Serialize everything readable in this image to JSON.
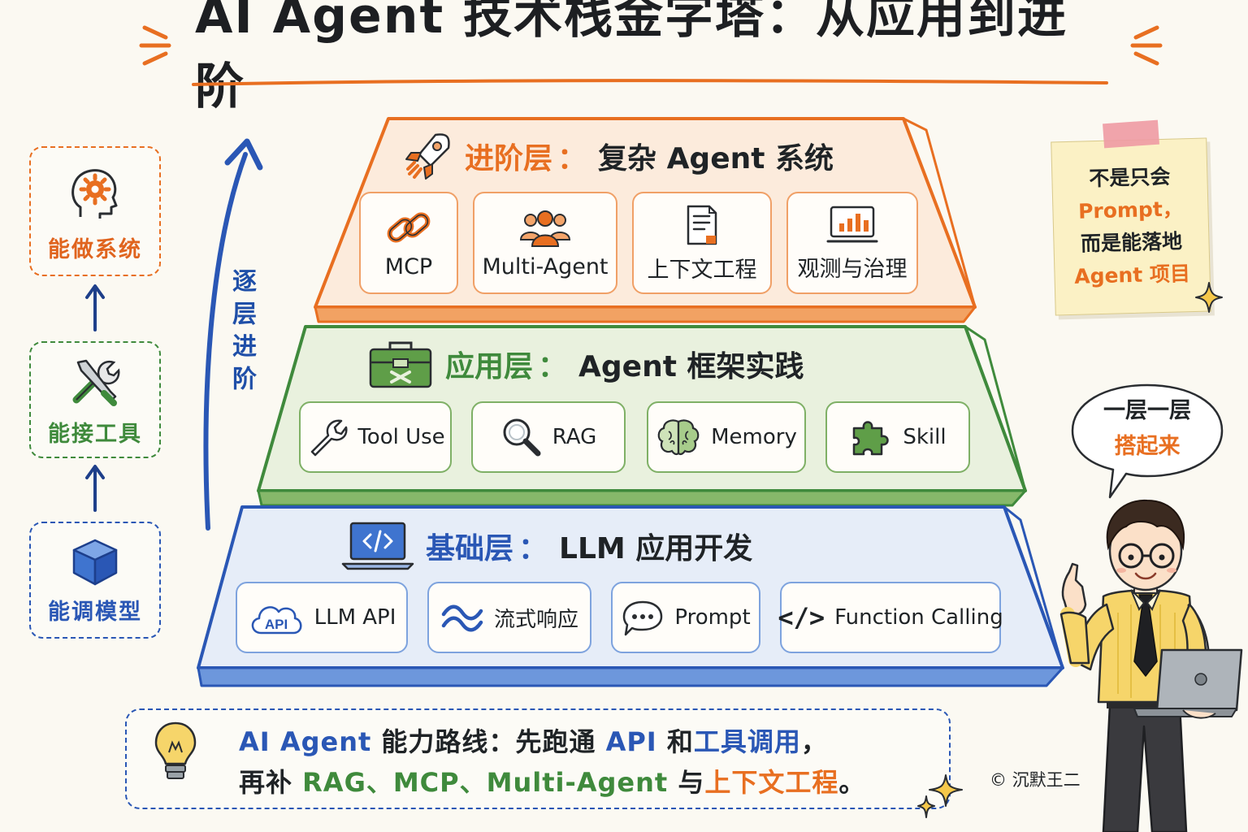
{
  "title": "AI Agent 技术栈金字塔：从应用到进阶",
  "left_flow": [
    {
      "label": "能做系统",
      "color": "#e0641e",
      "icon": "head-gear-icon"
    },
    {
      "label": "能接工具",
      "color": "#3f8a3c",
      "icon": "tools-icon"
    },
    {
      "label": "能调模型",
      "color": "#2a57b5",
      "icon": "cube-icon"
    }
  ],
  "progress_label": "逐层进阶",
  "layers": {
    "advanced": {
      "name": "进阶层",
      "colon": "：",
      "desc": "复杂 Agent 系统",
      "color": "#e86f21",
      "fill": "#fcebdc",
      "icon": "rocket-icon",
      "items": [
        {
          "label": "MCP",
          "icon": "link-icon"
        },
        {
          "label": "Multi-Agent",
          "icon": "users-icon"
        },
        {
          "label": "上下文工程",
          "icon": "document-icon"
        },
        {
          "label": "观测与治理",
          "icon": "monitor-chart-icon"
        }
      ]
    },
    "application": {
      "name": "应用层",
      "colon": "：",
      "desc": "Agent 框架实践",
      "color": "#3f8a3c",
      "fill": "#e9f1de",
      "icon": "toolbox-icon",
      "items": [
        {
          "label": "Tool Use",
          "icon": "wrench-icon"
        },
        {
          "label": "RAG",
          "icon": "magnifier-icon"
        },
        {
          "label": "Memory",
          "icon": "brain-icon"
        },
        {
          "label": "Skill",
          "icon": "puzzle-icon"
        }
      ]
    },
    "foundation": {
      "name": "基础层",
      "colon": "：",
      "desc": "LLM 应用开发",
      "color": "#2a57b5",
      "fill": "#e6edf8",
      "icon": "laptop-code-icon",
      "items": [
        {
          "label": "LLM API",
          "icon": "cloud-api-icon",
          "icon_text": "API"
        },
        {
          "label": "流式响应",
          "icon": "wave-icon"
        },
        {
          "label": "Prompt",
          "icon": "chat-bubble-icon"
        },
        {
          "label": "Function Calling",
          "icon": "code-brackets-icon",
          "icon_text": "</>"
        }
      ]
    }
  },
  "note": {
    "line1": "不是只会",
    "line2": "Prompt，",
    "line3": "而是能落地",
    "line4": "Agent 项目"
  },
  "bubble": {
    "line1": "一层一层",
    "line2": "搭起来"
  },
  "banner": {
    "line1": {
      "a": "AI Agent",
      "b": " 能力路线：先跑通 ",
      "c": "API",
      "d": " 和",
      "e": "工具调用",
      "f": "，"
    },
    "line2": {
      "a": "再补 ",
      "b": "RAG、MCP、Multi-Agent",
      "c": " 与",
      "d": "上下文工程",
      "e": "。"
    }
  },
  "copyright": "© 沉默王二"
}
